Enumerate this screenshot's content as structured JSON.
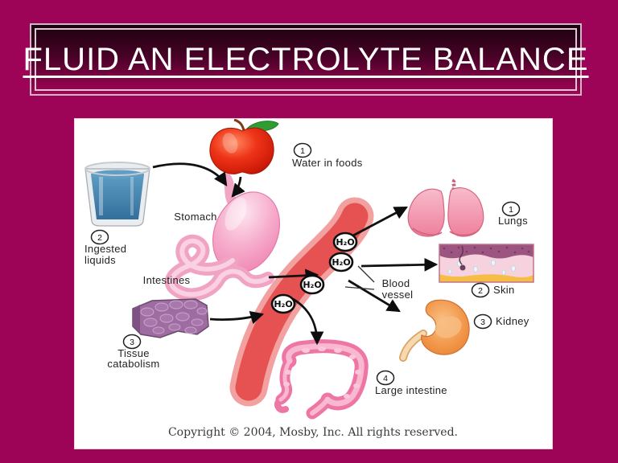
{
  "slide": {
    "title": "FLUID AN ELECTROLYTE BALANCE"
  },
  "figure": {
    "copyright": "Copyright © 2004, Mosby, Inc. All rights reserved.",
    "h2o": "H₂O",
    "intake": {
      "water_in_foods": {
        "num": "1",
        "label": "Water in foods"
      },
      "ingested_liquids": {
        "num": "2",
        "label_line1": "Ingested",
        "label_line2": "liquids"
      },
      "tissue_catabolism": {
        "num": "3",
        "label_line1": "Tissue",
        "label_line2": "catabolism"
      }
    },
    "organs": {
      "stomach": "Stomach",
      "intestines": "Intestines",
      "blood_vessel_line1": "Blood",
      "blood_vessel_line2": "vessel"
    },
    "output": {
      "lungs": {
        "num": "1",
        "label": "Lungs"
      },
      "skin": {
        "num": "2",
        "label": "Skin"
      },
      "kidney": {
        "num": "3",
        "label": "Kidney"
      },
      "large_intestine": {
        "num": "4",
        "label": "Large intestine"
      }
    },
    "colors": {
      "slide_background": "#9d0357",
      "title_text": "#ffffff",
      "blood_vessel_red": "#e65252",
      "organ_pink": "#f287b8",
      "kidney_orange": "#f0913f",
      "liquid_blue": "#3b7aa3",
      "apple_red": "#e63119",
      "tissue_purple": "#9e6ca1"
    }
  }
}
